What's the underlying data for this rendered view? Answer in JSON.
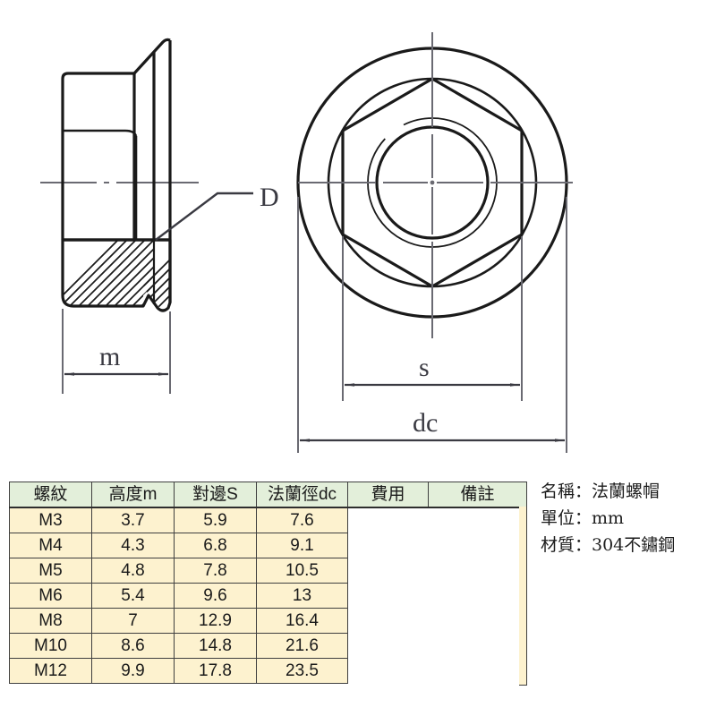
{
  "drawing": {
    "side_view": {
      "label_D": "D",
      "dimension_m": "m"
    },
    "top_view": {
      "dimension_s": "s",
      "dimension_dc": "dc"
    }
  },
  "table": {
    "headers": [
      "螺紋",
      "高度m",
      "對邊S",
      "法蘭徑dc",
      "費用",
      "備註"
    ],
    "rows": [
      {
        "thread": "M3",
        "m": "3.7",
        "s": "5.9",
        "dc": "7.6",
        "cost": "",
        "note": ""
      },
      {
        "thread": "M4",
        "m": "4.3",
        "s": "6.8",
        "dc": "9.1",
        "cost": "",
        "note": ""
      },
      {
        "thread": "M5",
        "m": "4.8",
        "s": "7.8",
        "dc": "10.5",
        "cost": "",
        "note": ""
      },
      {
        "thread": "M6",
        "m": "5.4",
        "s": "9.6",
        "dc": "13",
        "cost": "",
        "note": ""
      },
      {
        "thread": "M8",
        "m": "7",
        "s": "12.9",
        "dc": "16.4",
        "cost": "",
        "note": ""
      },
      {
        "thread": "M10",
        "m": "8.6",
        "s": "14.8",
        "dc": "21.6",
        "cost": "",
        "note": ""
      },
      {
        "thread": "M12",
        "m": "9.9",
        "s": "17.8",
        "dc": "23.5",
        "cost": "",
        "note": ""
      }
    ]
  },
  "info": {
    "name_line": "名稱：法蘭螺帽",
    "unit_line": "單位：mm",
    "material_line": "材質：304不鏽鋼"
  },
  "colors": {
    "header_bg": "#e3efda",
    "row_bg": "#fdf2cf",
    "line": "#1a1a1a",
    "centerline": "#6a6a72"
  }
}
